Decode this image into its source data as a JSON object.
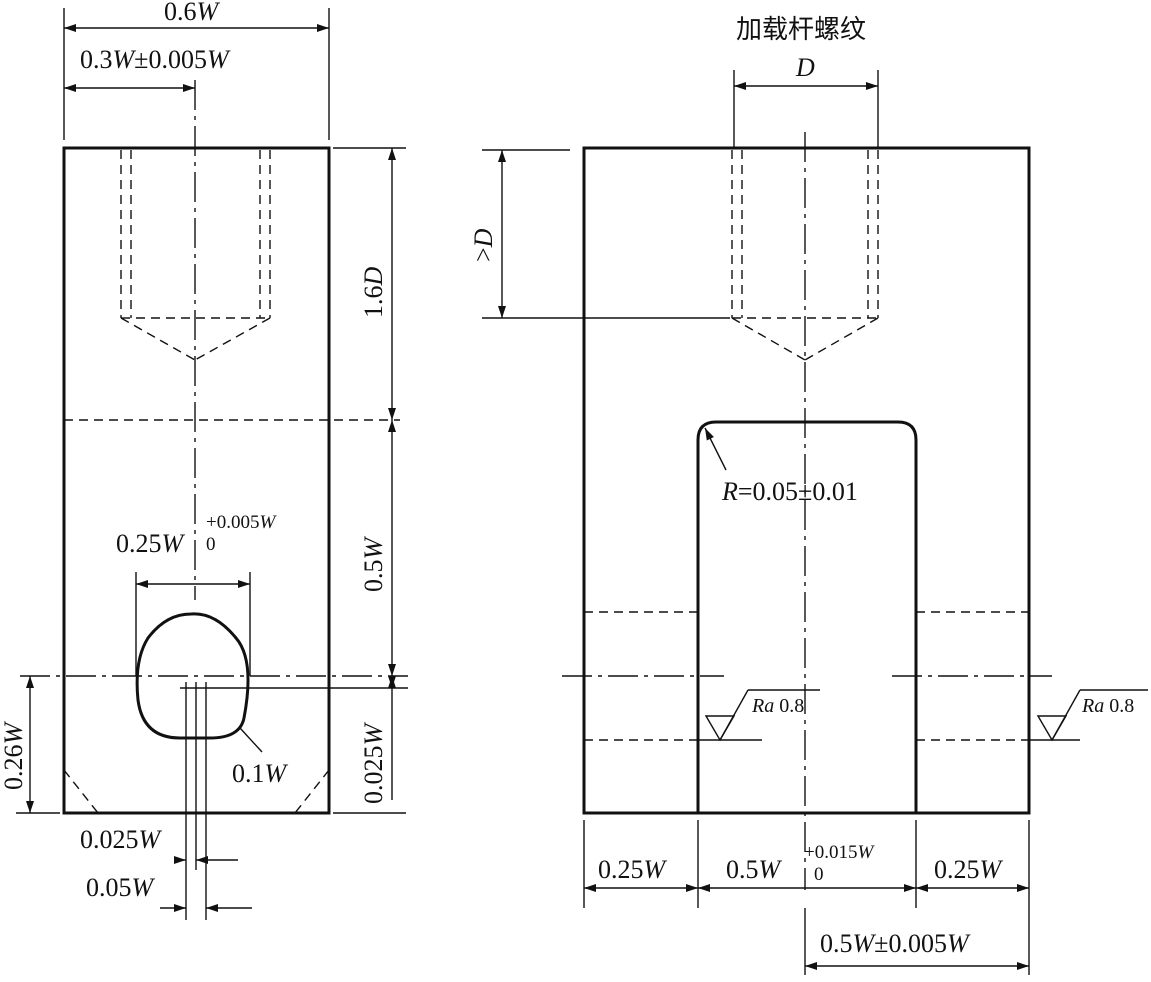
{
  "left_view": {
    "width_total": {
      "value": "0.6",
      "var": "W"
    },
    "center_offset": {
      "value": "0.3",
      "var": "W",
      "tol": "±0.005",
      "tol_var": "W"
    },
    "thread_depth": {
      "value": "1.6",
      "var": "D"
    },
    "crack_depth": {
      "value": "0.5",
      "var": "W"
    },
    "notch_width": {
      "value": "0.25",
      "var": "W",
      "tol_upper": "+0.005",
      "tol_upper_var": "W",
      "tol_lower": "0"
    },
    "notch_radius": {
      "value": "0.1",
      "var": "W"
    },
    "height_left": {
      "value": "0.26",
      "var": "W"
    },
    "height_right": {
      "value": "0.025",
      "var": "W"
    },
    "slot_a": {
      "value": "0.025",
      "var": "W"
    },
    "slot_b": {
      "value": "0.05",
      "var": "W"
    }
  },
  "right_view": {
    "thread_title": "加载杆螺纹",
    "thread_dia": "D",
    "thread_depth_prefix": ">",
    "thread_depth_var": "D",
    "radius_note": {
      "var": "R",
      "text": "=0.05±0.01"
    },
    "roughness": {
      "var": "Ra",
      "value": "0.8"
    },
    "side_left": {
      "value": "0.25",
      "var": "W"
    },
    "slot_width": {
      "value": "0.5",
      "var": "W",
      "tol_upper": "+0.015",
      "tol_upper_var": "W",
      "tol_lower": "0"
    },
    "side_right": {
      "value": "0.25",
      "var": "W"
    },
    "offset": {
      "value": "0.5",
      "var": "W",
      "tol": "±0.005",
      "tol_var": "W"
    }
  }
}
